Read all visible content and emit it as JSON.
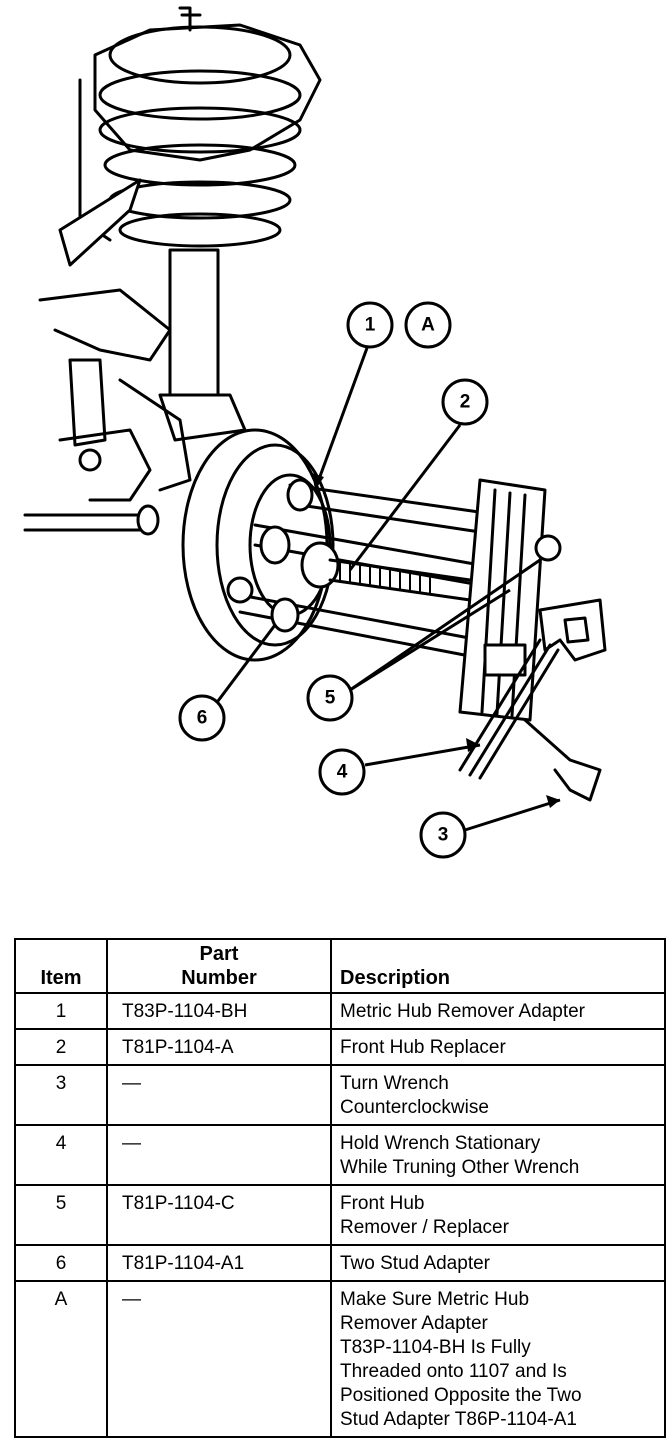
{
  "callouts": [
    "1",
    "A",
    "2",
    "5",
    "6",
    "4",
    "3"
  ],
  "table": {
    "headers": {
      "item": "Item",
      "part_line1": "Part",
      "part_line2": "Number",
      "description": "Description"
    },
    "rows": [
      {
        "item": "1",
        "part": "T83P-1104-BH",
        "description": "Metric Hub Remover Adapter"
      },
      {
        "item": "2",
        "part": "T81P-1104-A",
        "description": "Front Hub Replacer"
      },
      {
        "item": "3",
        "part": "—",
        "description": "Turn Wrench\nCounterclockwise"
      },
      {
        "item": "4",
        "part": "—",
        "description": "Hold Wrench Stationary\nWhile Truning Other Wrench"
      },
      {
        "item": "5",
        "part": "T81P-1104-C",
        "description": "Front Hub\nRemover / Replacer"
      },
      {
        "item": "6",
        "part": "T81P-1104-A1",
        "description": "Two Stud Adapter"
      },
      {
        "item": "A",
        "part": "—",
        "description": "Make Sure Metric Hub\nRemover Adapter\nT83P-1104-BH Is Fully\nThreaded onto 1107 and Is\nPositioned Opposite the Two\nStud Adapter T86P-1104-A1"
      }
    ]
  }
}
